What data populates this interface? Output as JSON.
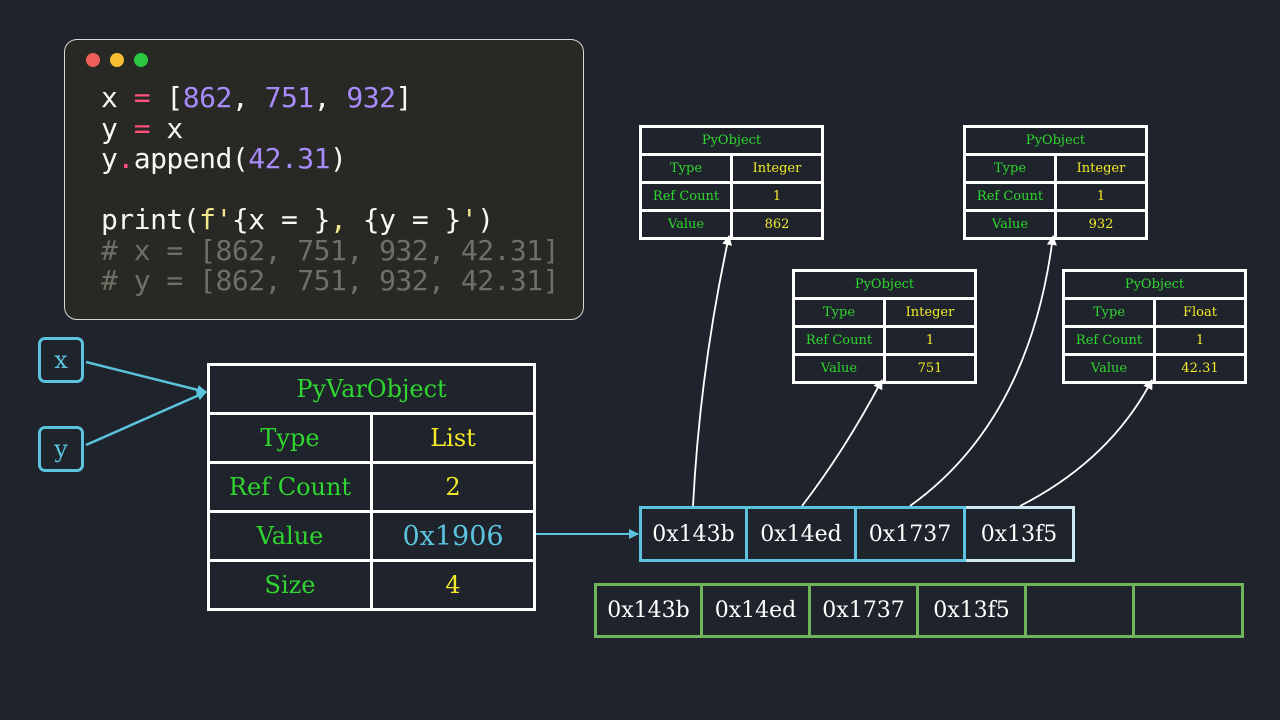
{
  "code_window": {
    "lines": [
      [
        {
          "t": "x ",
          "c": ""
        },
        {
          "t": "=",
          "c": "op"
        },
        {
          "t": " [",
          "c": ""
        },
        {
          "t": "862",
          "c": "num"
        },
        {
          "t": ", ",
          "c": ""
        },
        {
          "t": "751",
          "c": "num"
        },
        {
          "t": ", ",
          "c": ""
        },
        {
          "t": "932",
          "c": "num"
        },
        {
          "t": "]",
          "c": ""
        }
      ],
      [
        {
          "t": "y ",
          "c": ""
        },
        {
          "t": "=",
          "c": "op"
        },
        {
          "t": " x",
          "c": ""
        }
      ],
      [
        {
          "t": "y",
          "c": ""
        },
        {
          "t": ".",
          "c": "op"
        },
        {
          "t": "append(",
          "c": ""
        },
        {
          "t": "42.31",
          "c": "num"
        },
        {
          "t": ")",
          "c": ""
        }
      ],
      [],
      [
        {
          "t": "print(",
          "c": ""
        },
        {
          "t": "f'",
          "c": "str"
        },
        {
          "t": "{x = }",
          "c": ""
        },
        {
          "t": ", ",
          "c": "str"
        },
        {
          "t": "{y = }",
          "c": ""
        },
        {
          "t": "'",
          "c": "str"
        },
        {
          "t": ")",
          "c": ""
        }
      ],
      [
        {
          "t": "# x = [862, 751, 932, 42.31]",
          "c": "com"
        }
      ],
      [
        {
          "t": "# y = [862, 751, 932, 42.31]",
          "c": "com"
        }
      ]
    ]
  },
  "variables": [
    {
      "name": "x"
    },
    {
      "name": "y"
    }
  ],
  "list_object": {
    "header": "PyVarObject",
    "rows": [
      {
        "label": "Type",
        "value": "List"
      },
      {
        "label": "Ref Count",
        "value": "2"
      },
      {
        "label": "Value",
        "value": "0x1906"
      },
      {
        "label": "Size",
        "value": "4"
      }
    ]
  },
  "pointer_array": [
    "0x143b",
    "0x14ed",
    "0x1737",
    "0x13f5"
  ],
  "allocated_array": [
    "0x143b",
    "0x14ed",
    "0x1737",
    "0x13f5",
    "",
    ""
  ],
  "py_objects": [
    {
      "header": "PyObject",
      "rows": [
        {
          "label": "Type",
          "value": "Integer"
        },
        {
          "label": "Ref Count",
          "value": "1"
        },
        {
          "label": "Value",
          "value": "862"
        }
      ]
    },
    {
      "header": "PyObject",
      "rows": [
        {
          "label": "Type",
          "value": "Integer"
        },
        {
          "label": "Ref Count",
          "value": "1"
        },
        {
          "label": "Value",
          "value": "751"
        }
      ]
    },
    {
      "header": "PyObject",
      "rows": [
        {
          "label": "Type",
          "value": "Integer"
        },
        {
          "label": "Ref Count",
          "value": "1"
        },
        {
          "label": "Value",
          "value": "932"
        }
      ]
    },
    {
      "header": "PyObject",
      "rows": [
        {
          "label": "Type",
          "value": "Float"
        },
        {
          "label": "Ref Count",
          "value": "1"
        },
        {
          "label": "Value",
          "value": "42.31"
        }
      ]
    }
  ],
  "colors": {
    "background": "#1f232b",
    "field_label": "#2fd62f",
    "field_value": "#f3ea2a",
    "pointer": "#5cc3df",
    "allocated_border": "#6fb45a"
  }
}
